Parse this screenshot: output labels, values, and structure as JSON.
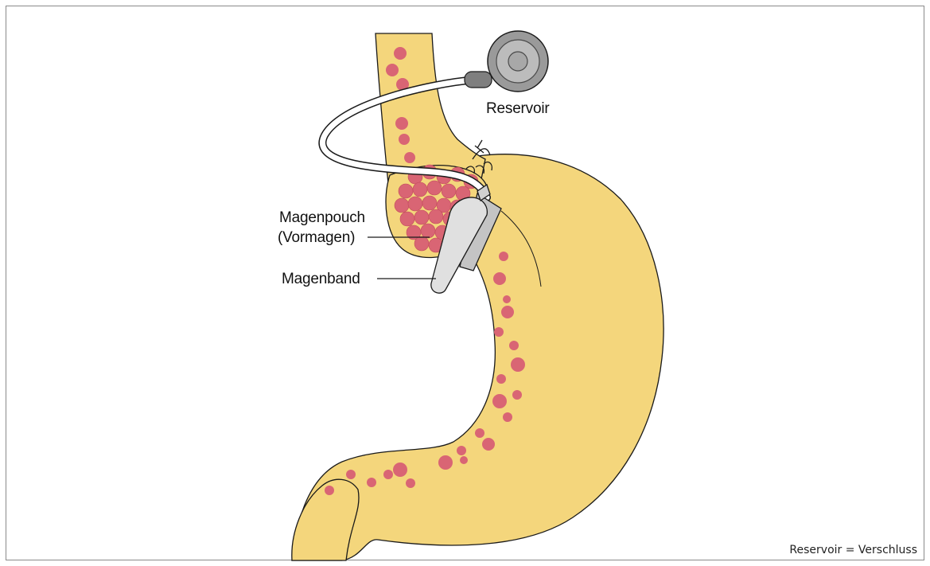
{
  "labels": {
    "reservoir": "Reservoir",
    "pouch_line1": "Magenpouch",
    "pouch_line2": "(Vormagen)",
    "band": "Magenband"
  },
  "caption": "Reservoir = Verschluss",
  "colors": {
    "stomach_fill": "#f4d67c",
    "stomach_outline": "#1a1a1a",
    "food_dot": "#d96574",
    "band": "#d7d7d7",
    "reservoir": "#9a9a9a",
    "border": "#8a8a8a"
  }
}
